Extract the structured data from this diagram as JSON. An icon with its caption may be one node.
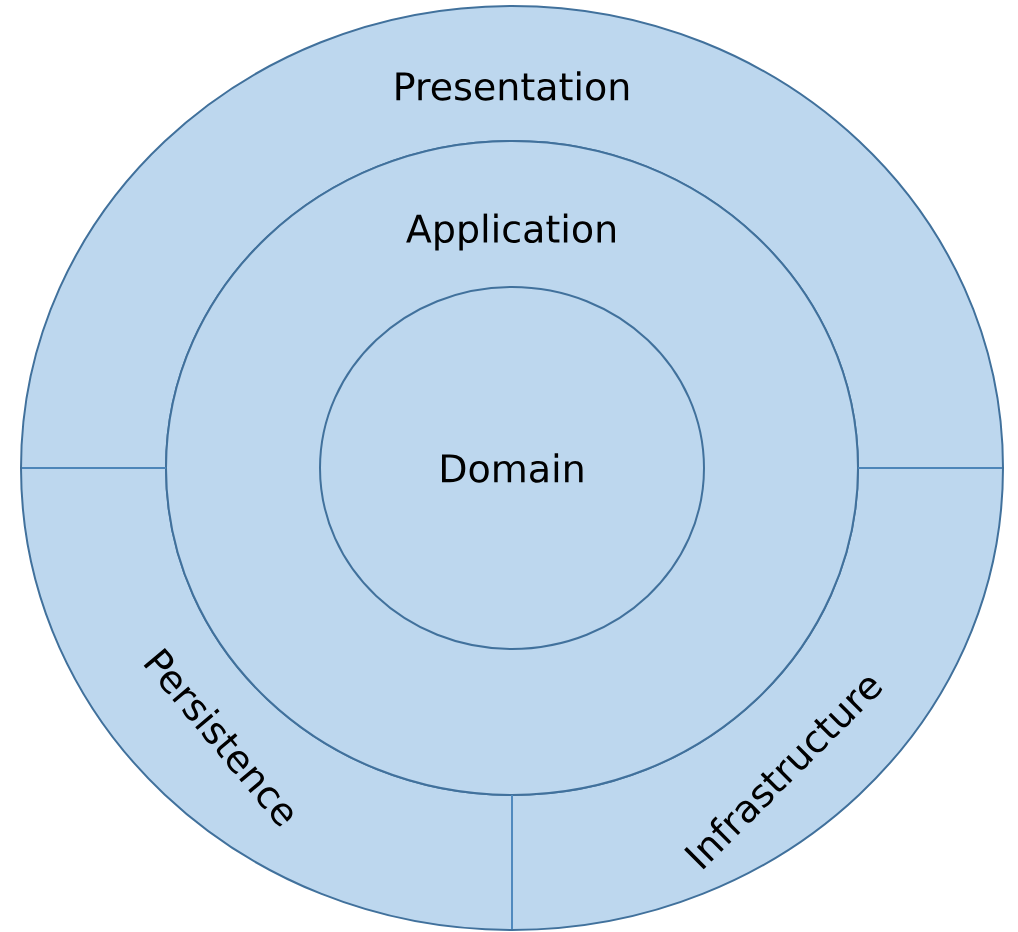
{
  "diagram": {
    "nodes": [
      {
        "text": [
          "Presentation"
        ]
      },
      {
        "text": [
          "Persistence"
        ]
      },
      {
        "text": [
          "Infrastructure"
        ]
      },
      {
        "text": [
          "Application"
        ]
      },
      {
        "text": [
          "Domain"
        ],
        "in": 3
      }
    ]
  }
}
